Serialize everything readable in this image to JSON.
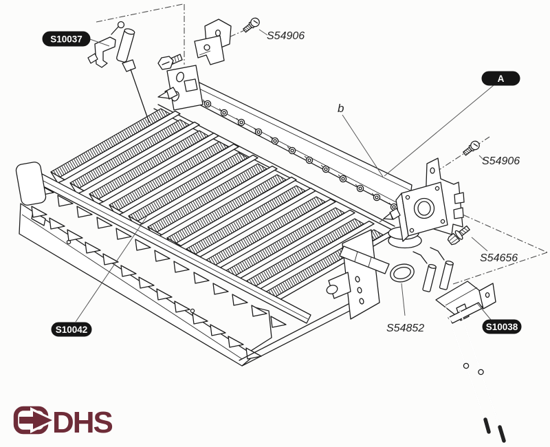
{
  "page": {
    "background": "#fcfcfb",
    "ink_color": "#1c1c1c"
  },
  "callouts": {
    "s10037": {
      "label": "S10037",
      "style": "black-pill"
    },
    "s54906_top": {
      "label": "S54906",
      "style": "italic"
    },
    "a": {
      "label": "A",
      "style": "black-pill"
    },
    "b": {
      "label": "b",
      "style": "italic"
    },
    "s54906_right": {
      "label": "S54906",
      "style": "italic"
    },
    "s54656": {
      "label": "S54656",
      "style": "italic"
    },
    "s54852": {
      "label": "S54852",
      "style": "italic"
    },
    "s10038": {
      "label": "S10038",
      "style": "black-pill"
    },
    "s10042": {
      "label": "S10042",
      "style": "black-pill"
    }
  },
  "logo": {
    "text": "DHS",
    "color": "#6e2c38"
  },
  "style": {
    "pill_bg": "#151515",
    "pill_text": "#ffffff"
  }
}
